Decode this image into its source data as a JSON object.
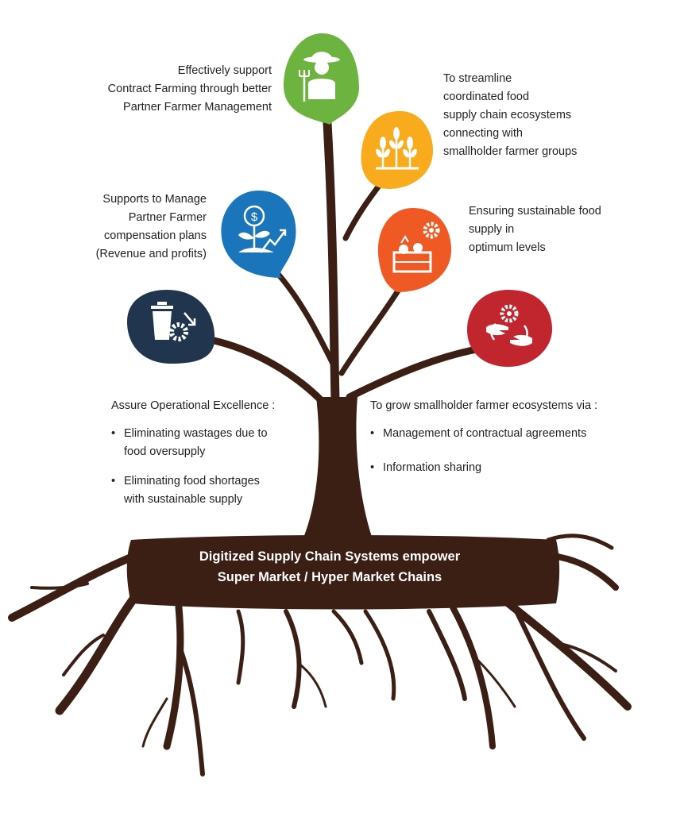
{
  "captions": {
    "farmer": [
      "Effectively support",
      "Contract Farming through better",
      "Partner Farmer Management"
    ],
    "wheat": [
      "To streamline",
      "coordinated food",
      "supply chain ecosystems",
      "connecting with",
      "smallholder farmer groups"
    ],
    "money": [
      "Supports to Manage",
      "Partner Farmer",
      "compensation plans",
      "(Revenue and profits)"
    ],
    "crate": [
      "Ensuring sustainable food",
      "supply in",
      "optimum levels"
    ]
  },
  "left_block": {
    "heading": "Assure Operational Excellence :",
    "items": [
      [
        "Eliminating wastages due to",
        "food oversupply"
      ],
      [
        "Eliminating food shortages",
        "with sustainable supply"
      ]
    ]
  },
  "right_block": {
    "heading": "To grow smallholder farmer ecosystems via  :",
    "items": [
      [
        "Management of contractual agreements"
      ],
      [
        "Information sharing"
      ]
    ]
  },
  "root_title": [
    "Digitized Supply Chain Systems empower",
    "Super Market / Hyper Market Chains"
  ],
  "colors": {
    "trunk": "#3b1f14",
    "green": "#6cb33f",
    "yellow": "#f8ab1c",
    "blue": "#1b75bb",
    "orange": "#ef5a24",
    "navy": "#21354f",
    "red": "#c1262f"
  },
  "icons": {
    "green_leaf": "farmer-icon",
    "yellow_leaf": "wheat-icon",
    "blue_leaf": "money-plant-icon",
    "orange_leaf": "crate-gear-icon",
    "navy_leaf": "bin-gear-icon",
    "red_leaf": "hands-gear-icon"
  }
}
